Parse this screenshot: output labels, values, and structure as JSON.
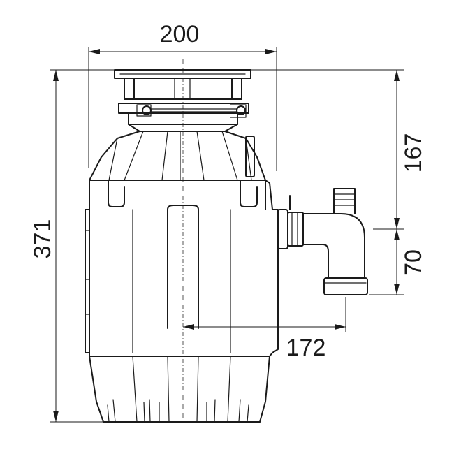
{
  "dimensions": {
    "overall_width": "200",
    "overall_height": "371",
    "top_to_outlet_center": "167",
    "outlet_drop": "70",
    "center_to_outlet_end": "172"
  },
  "colors": {
    "line": "#1a1a1a",
    "background": "#ffffff"
  }
}
